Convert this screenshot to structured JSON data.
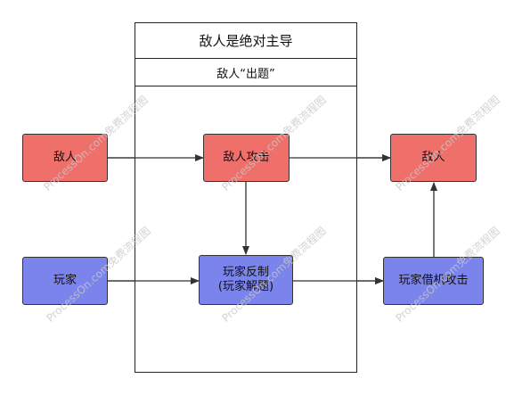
{
  "container": {
    "title": "敌人是绝对主导",
    "subtitle": "敌人“出题”"
  },
  "nodes": {
    "enemy_left": "敌人",
    "enemy_attack": "敌人攻击",
    "enemy_right": "敌人",
    "player": "玩家",
    "player_counter_line1": "玩家反制",
    "player_counter_line2": "(玩家解题)",
    "player_opportunity_attack": "玩家借机攻击"
  },
  "colors": {
    "enemy_fill": "#ef6f6b",
    "player_fill": "#7b83ec",
    "border": "#333333",
    "connector": "#333333"
  },
  "watermark": {
    "text": "ProcessOn.com免费流程图"
  }
}
